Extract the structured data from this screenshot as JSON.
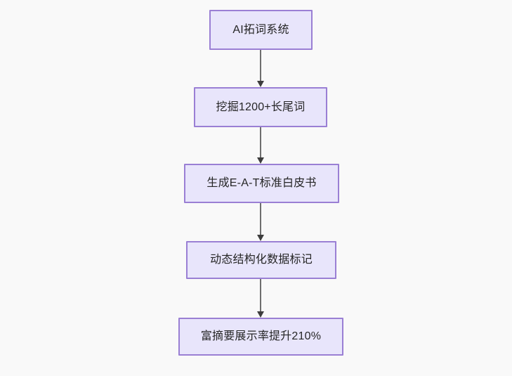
{
  "diagram": {
    "type": "flowchart",
    "direction": "top-to-bottom",
    "background_color": "#f9f9f9",
    "node_fill_color": "#e8e5fb",
    "node_border_color": "#9a7fd4",
    "node_text_color": "#262626",
    "edge_color": "#6e6e6e",
    "arrowhead_color": "#3d3d3d",
    "nodes": [
      {
        "id": "n0",
        "label": "AI拓词系统"
      },
      {
        "id": "n1",
        "label": "挖掘1200+长尾词"
      },
      {
        "id": "n2",
        "label": "生成E-A-T标准白皮书"
      },
      {
        "id": "n3",
        "label": "动态结构化数据标记"
      },
      {
        "id": "n4",
        "label": "富摘要展示率提升210%"
      }
    ],
    "edges": [
      {
        "from": "n0",
        "to": "n1",
        "label": ""
      },
      {
        "from": "n1",
        "to": "n2",
        "label": ""
      },
      {
        "from": "n2",
        "to": "n3",
        "label": ""
      },
      {
        "from": "n3",
        "to": "n4",
        "label": ""
      }
    ]
  }
}
